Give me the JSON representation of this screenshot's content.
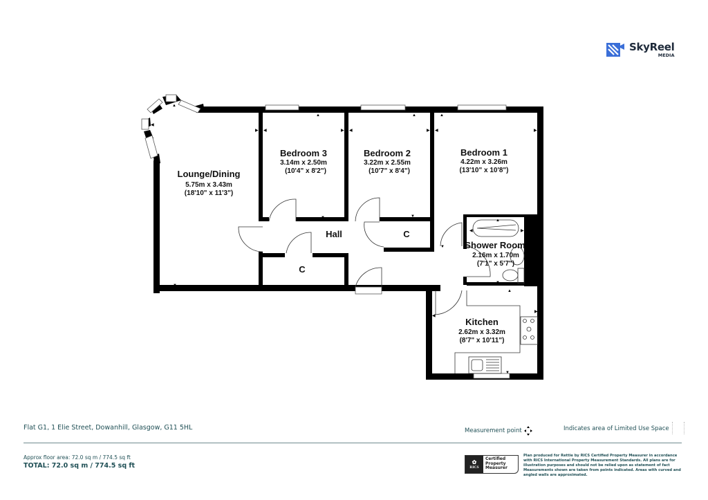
{
  "brand": {
    "logo_icon": "skyreel-logo-icon",
    "name": "SkyReel",
    "sub": "MEDIA",
    "color": "#3b6fd8"
  },
  "rooms": {
    "lounge": {
      "name": "Lounge/Dining",
      "metric": "5.75m x 3.43m",
      "imperial": "(18'10\" x 11'3\")"
    },
    "bedroom3": {
      "name": "Bedroom 3",
      "metric": "3.14m x 2.50m",
      "imperial": "(10'4\" x 8'2\")"
    },
    "bedroom2": {
      "name": "Bedroom 2",
      "metric": "3.22m x 2.55m",
      "imperial": "(10'7\" x 8'4\")"
    },
    "bedroom1": {
      "name": "Bedroom 1",
      "metric": "4.22m x 3.26m",
      "imperial": "(13'10\" x 10'8\")"
    },
    "hall": {
      "name": "Hall"
    },
    "cupboard1": {
      "name": "C"
    },
    "cupboard2": {
      "name": "C"
    },
    "shower": {
      "name": "Shower Room",
      "metric": "2.16m x 1.70m",
      "imperial": "(7'1\" x 5'7\")"
    },
    "kitchen": {
      "name": "Kitchen",
      "metric": "2.62m x 3.32m",
      "imperial": "(8'7\" x 10'11\")"
    }
  },
  "footer": {
    "address": "Flat G1, 1 Elie Street, Dowanhill, Glasgow, G11 5HL",
    "measurement_point_label": "Measurement point",
    "limited_use_label": "Indicates area of  Limited Use Space",
    "approx_area": "Approx floor area: 72.0 sq m / 774.5 sq ft",
    "total_area": "TOTAL: 72.0 sq m / 774.5 sq ft",
    "rics_badge": {
      "org": "RICS",
      "line1": "Certified",
      "line2": "Property",
      "line3": "Measurer"
    },
    "disclaimer": "Plan produced for Rettie by RICS Certified Property Measurer in accordance with RICS International Property  Measurement Standards.  All plans are for illustration purposes and should not be relied upon as statement of fact Measurements shown are taken from points indicated. Areas with curved and angled walls are approximated."
  },
  "colors": {
    "wall": "#000000",
    "text_teal": "#1f4f55",
    "rule": "#6f8a8d"
  }
}
